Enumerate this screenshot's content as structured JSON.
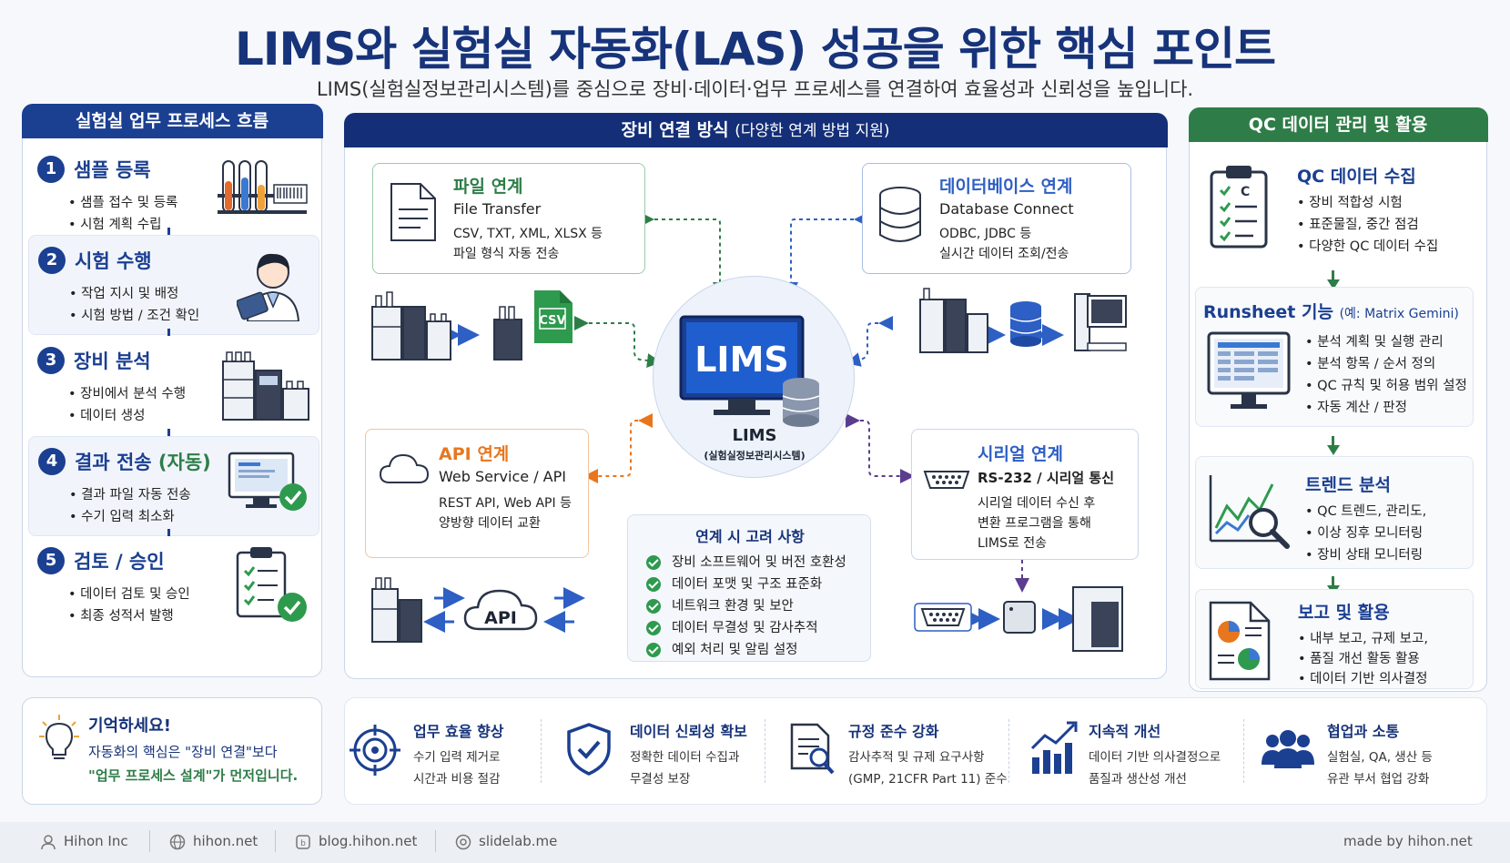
{
  "title": "LIMS와 실험실 자동화(LAS) 성공을 위한 핵심 포인트",
  "subtitle": "LIMS(실험실정보관리시스템)를 중심으로 장비·데이터·업무 프로세스를 연결하여 효율성과 신뢰성을 높입니다.",
  "left_panel": {
    "header": "실험실 업무 프로세스 흐름",
    "steps": [
      {
        "num": "1",
        "title": "샘플 등록",
        "bullets": [
          "• 샘플 접수 및 등록",
          "• 시험 계획 수립"
        ]
      },
      {
        "num": "2",
        "title": "시험 수행",
        "bullets": [
          "• 작업 지시 및 배정",
          "• 시험 방법 / 조건 확인"
        ]
      },
      {
        "num": "3",
        "title": "장비 분석",
        "bullets": [
          "• 장비에서 분석 수행",
          "• 데이터 생성"
        ]
      },
      {
        "num": "4",
        "title": "결과 전송",
        "title_suffix": "(자동)",
        "bullets": [
          "• 결과 파일 자동 전송",
          "• 수기 입력 최소화"
        ]
      },
      {
        "num": "5",
        "title": "검토 / 승인",
        "bullets": [
          "• 데이터 검토 및 승인",
          "• 최종 성적서 발행"
        ]
      }
    ]
  },
  "center_panel": {
    "header": "장비 연결 방식",
    "header_sub": "(다양한 연계 방법 지원)",
    "file": {
      "title": "파일 연계",
      "sub": "File Transfer",
      "lines": [
        "CSV, TXT, XML, XLSX 등",
        "파일 형식 자동 전송"
      ],
      "icon_label": "CSV"
    },
    "db": {
      "title": "데이터베이스 연계",
      "sub": "Database Connect",
      "lines": [
        "ODBC, JDBC 등",
        "실시간 데이터 조회/전송"
      ]
    },
    "api": {
      "title": "API 연계",
      "sub": "Web Service / API",
      "lines": [
        "REST API, Web API 등",
        "양방향 데이터 교환"
      ],
      "icon_label": "API"
    },
    "serial": {
      "title": "시리얼 연계",
      "sub": "RS-232 / 시리얼 통신",
      "lines": [
        "시리얼 데이터 수신 후",
        "변환 프로그램을 통해",
        "LIMS로 전송"
      ]
    },
    "lims": {
      "screen": "LIMS",
      "label": "LIMS",
      "label_sub": "(실험실정보관리시스템)"
    },
    "consider": {
      "title": "연계 시 고려 사항",
      "items": [
        "장비 소프트웨어 및 버전 호환성",
        "데이터 포맷 및 구조 표준화",
        "네트워크 환경 및 보안",
        "데이터 무결성 및 감사추적",
        "예외 처리 및 알림 설정"
      ]
    }
  },
  "right_panel": {
    "header": "QC 데이터 관리 및 활용",
    "blocks": [
      {
        "title": "QC 데이터 수집",
        "lines": [
          "• 장비 적합성 시험",
          "• 표준물질, 중간 점검",
          "• 다양한 QC 데이터 수집"
        ]
      },
      {
        "title": "Runsheet 기능",
        "title_sub": "(예: Matrix Gemini)",
        "lines": [
          "• 분석 계획 및 실행 관리",
          "• 분석 항목 / 순서 정의",
          "• QC 규칙 및 허용 범위 설정",
          "• 자동 계산 / 판정"
        ]
      },
      {
        "title": "트렌드 분석",
        "lines": [
          "• QC 트렌드, 관리도,",
          "• 이상 징후 모니터링",
          "• 장비 상태 모니터링"
        ]
      },
      {
        "title": "보고 및 활용",
        "lines": [
          "• 내부 보고, 규제 보고,",
          "• 품질 개선 활동 활용",
          "• 데이터 기반 의사결정"
        ]
      }
    ]
  },
  "remember": {
    "title": "기억하세요!",
    "line1": "자동화의 핵심은 \"장비 연결\"보다",
    "line2": "\"업무 프로세스 설계\"가 먼저입니다."
  },
  "benefits": [
    {
      "title": "업무 효율 향상",
      "lines": [
        "수기 입력 제거로",
        "시간과 비용 절감"
      ]
    },
    {
      "title": "데이터 신뢰성 확보",
      "lines": [
        "정확한 데이터 수집과",
        "무결성 보장"
      ]
    },
    {
      "title": "규정 준수 강화",
      "lines": [
        "감사추적 및 규제 요구사항",
        "(GMP, 21CFR Part 11) 준수"
      ]
    },
    {
      "title": "지속적 개선",
      "lines": [
        "데이터 기반 의사결정으로",
        "품질과 생산성 개선"
      ]
    },
    {
      "title": "협업과 소통",
      "lines": [
        "실험실, QA, 생산 등",
        "유관 부서 협업 강화"
      ]
    }
  ],
  "footer": {
    "company": "Hihon Inc",
    "site1": "hihon.net",
    "site2": "blog.hihon.net",
    "site3": "slidelab.me",
    "made_by": "made by hihon.net"
  },
  "colors": {
    "navy": "#1b3f91",
    "green": "#2e7d48",
    "orange": "#e8761e",
    "blue_link": "#2d5fc4",
    "purple": "#5a3d8f"
  }
}
